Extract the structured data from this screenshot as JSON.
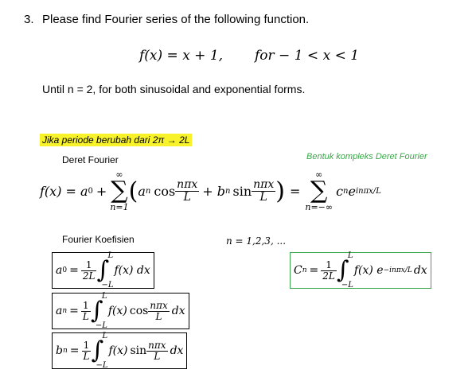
{
  "question": {
    "number": "3.",
    "text": "Please find Fourier series of the following function.",
    "function_lhs": "f(x) = x + 1,",
    "function_domain": "for − 1 < x < 1",
    "instruction": "Until n = 2, for both sinusoidal and exponential forms."
  },
  "note": {
    "highlight_text": "Jika periode berubah dari 2π → 2L",
    "highlight_color": "#f7f22a",
    "series_label": "Deret Fourier",
    "complex_label": "Bentuk kompleks Deret Fourier",
    "complex_label_color": "#3aa84a"
  },
  "series": {
    "lhs": "f(x) = a",
    "a_sub": "0",
    "plus": "+",
    "sum_upper": "∞",
    "sum_lower": "n=1",
    "cos_part": "a",
    "n_sub": "n",
    "cos": "cos",
    "frac_num": "nπx",
    "frac_den": "L",
    "plus2": "+ b",
    "sin": "sin",
    "equals": "=",
    "sum2_upper": "∞",
    "sum2_lower": "n=−∞",
    "c": "c",
    "e": "e",
    "exp": "inπx/",
    "exp_L": "L"
  },
  "coefficients": {
    "label": "Fourier Koefisien",
    "n_range": "n = 1,2,3, ...",
    "a0_lhs": "a",
    "a0_sub": "0",
    "half_num": "1",
    "half_den": "2L",
    "int_upper": "L",
    "int_lower": "−L",
    "fx_dx": "f(x) dx",
    "an_lhs": "a",
    "an_sub": "n",
    "one_num": "1",
    "one_den": "L",
    "fx": "f(x)",
    "cos": "cos",
    "frac_num": "nπx",
    "frac_den": "L",
    "dx": "dx",
    "bn_lhs": "b",
    "bn_sub": "n",
    "sin": "sin",
    "cn_lhs": "C",
    "cn_sub": "n",
    "cn_fx": "f(x) e",
    "cn_exp": "−inπx/",
    "cn_exp_L": "L",
    "cn_dx": "dx"
  }
}
